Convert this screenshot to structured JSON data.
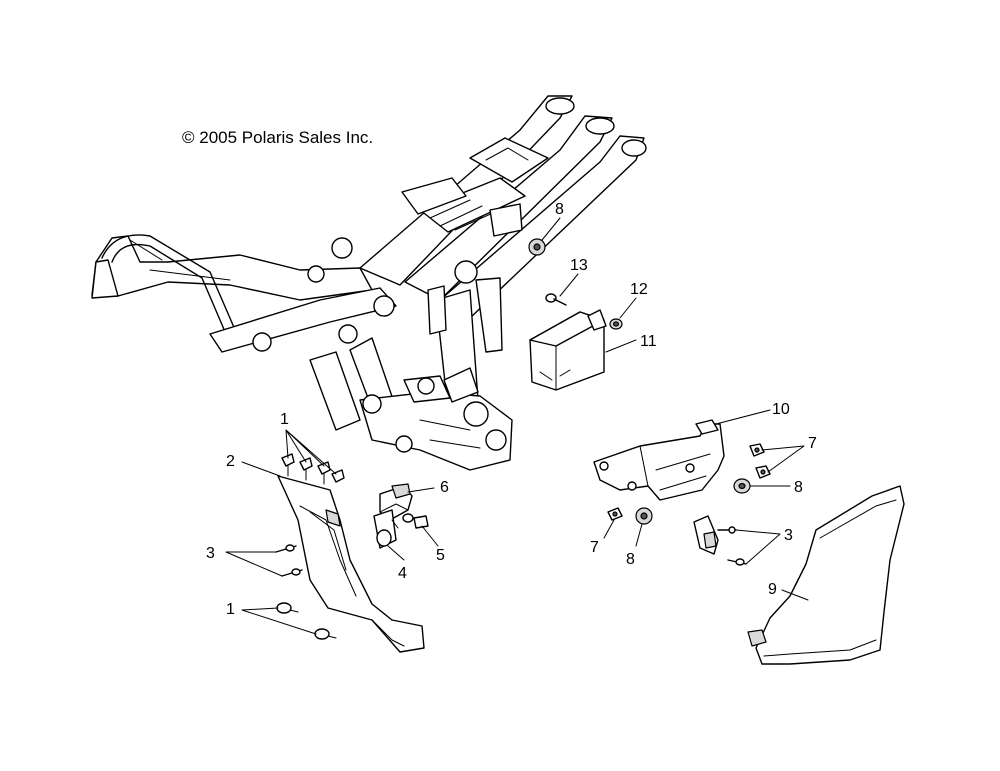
{
  "copyright": "© 2005 Polaris Sales Inc.",
  "callouts": {
    "c1a": "1",
    "c1b": "1",
    "c2": "2",
    "c3a": "3",
    "c3b": "3",
    "c4": "4",
    "c5": "5",
    "c6": "6",
    "c7a": "7",
    "c7b": "7",
    "c8a": "8",
    "c8b": "8",
    "c8c": "8",
    "c9": "9",
    "c10": "10",
    "c11": "11",
    "c12": "12",
    "c13": "13"
  }
}
